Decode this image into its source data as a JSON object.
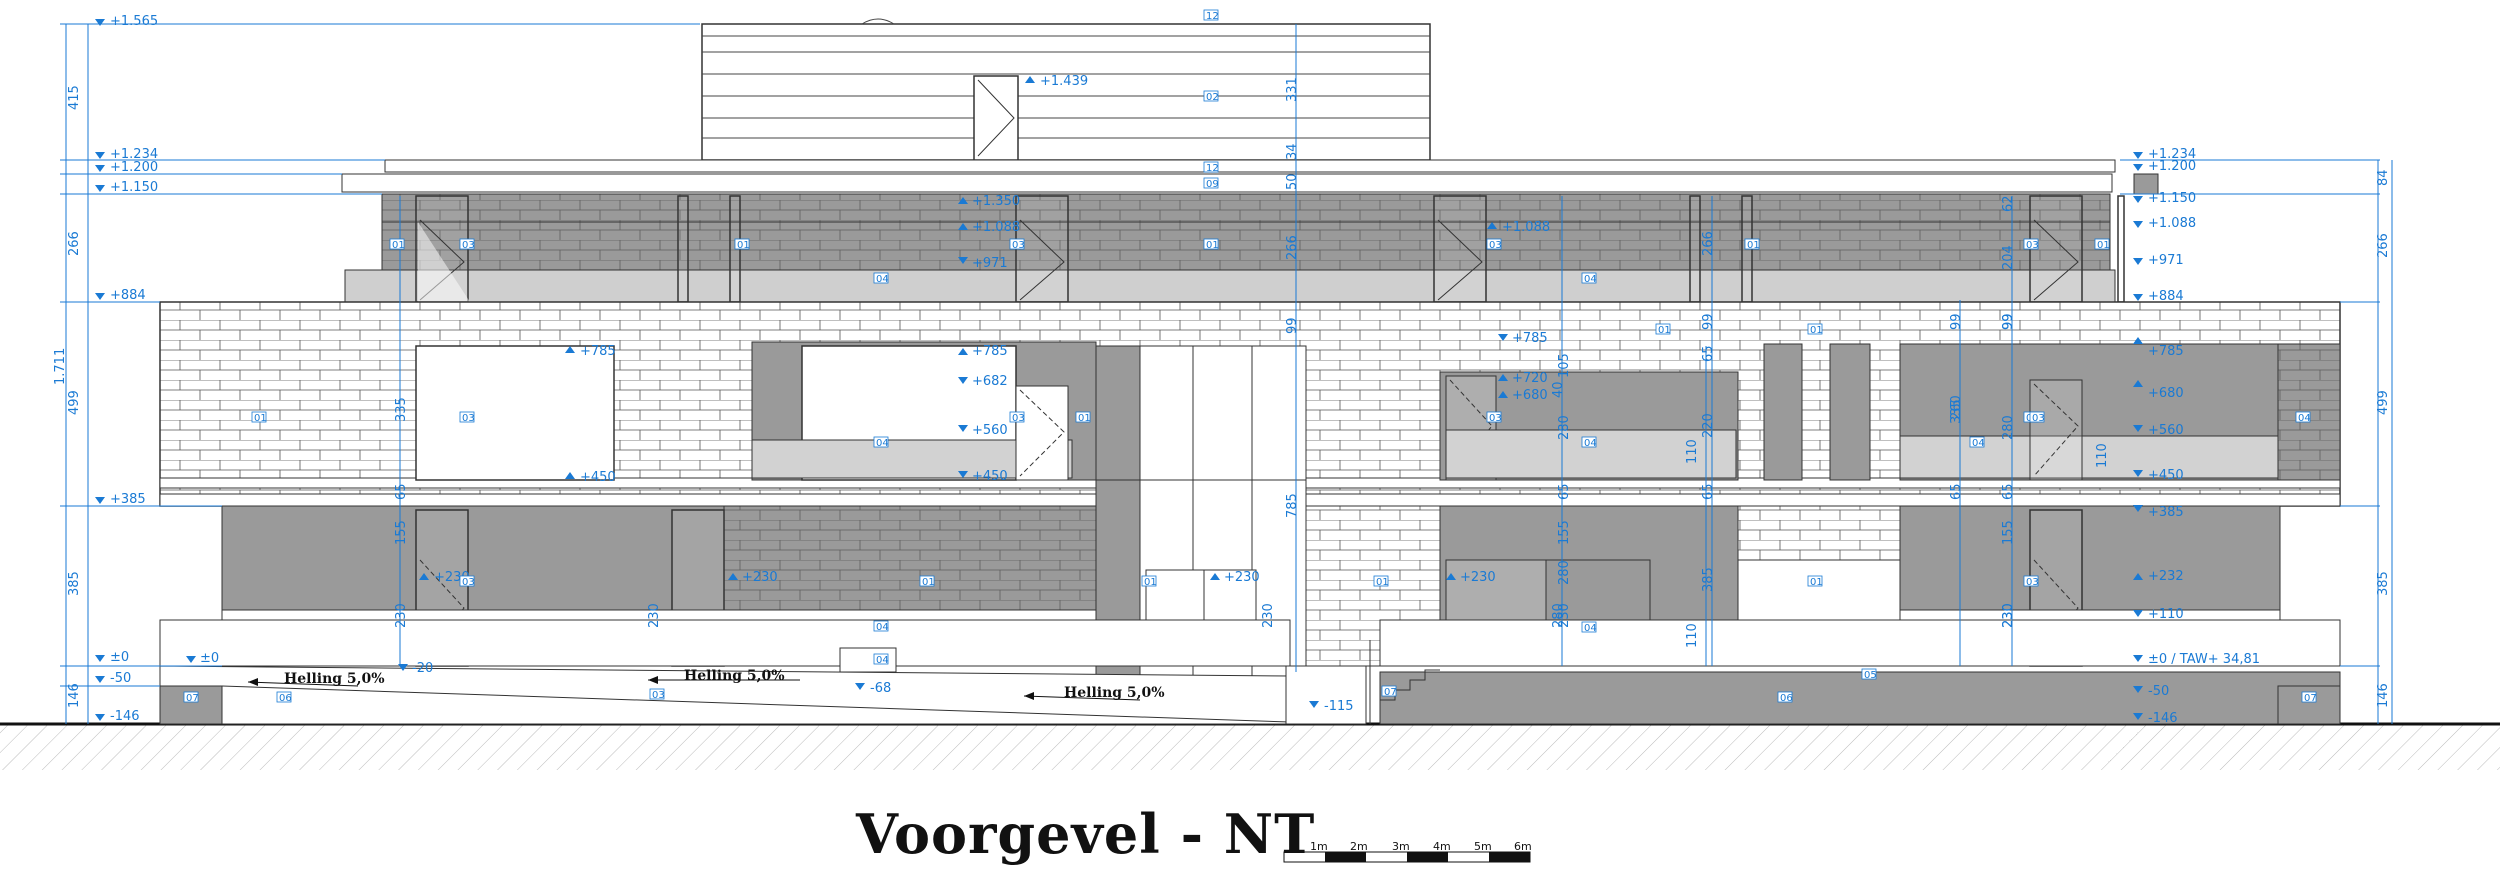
{
  "title": "Voorgevel - NT",
  "scale_bar": [
    "1m",
    "2m",
    "3m",
    "4m",
    "5m",
    "6m"
  ],
  "colors": {
    "dimension": "#1a7ad4",
    "facade_gray": "#9a9a9a",
    "line": "#333333"
  },
  "levels_left": [
    "+1.565",
    "+1.234",
    "+1.200",
    "+1.150",
    "+884",
    "+385",
    "±0",
    "-50",
    "-146"
  ],
  "levels_right": [
    "+1.234",
    "+1.200",
    "+1.150",
    "+1.088",
    "+971",
    "+884",
    "+785",
    "+680",
    "+560",
    "+450",
    "+385",
    "+232",
    "+110",
    "±0 / TAW+ 34,81",
    "-50",
    "-146"
  ],
  "levels_inner": [
    "±0",
    "+1.439",
    "+1.350",
    "+1.088",
    "+971",
    "+1.088",
    "+785",
    "+682",
    "+560",
    "+450",
    "+785",
    "+450",
    "+230",
    "+230",
    "+230",
    "+230",
    "+785",
    "+720",
    "+680",
    "-20",
    "-68",
    "-115"
  ],
  "dims_left": [
    "415",
    "266",
    "1.711",
    "499",
    "385",
    "146"
  ],
  "dims_right": [
    "84",
    "266",
    "499",
    "385",
    "146"
  ],
  "dims_inner": [
    "331",
    "34",
    "50",
    "266",
    "99",
    "335",
    "65",
    "155",
    "230",
    "230",
    "230",
    "230",
    "105",
    "280",
    "230",
    "280",
    "155",
    "65",
    "110",
    "65",
    "110",
    "385",
    "220",
    "65",
    "99",
    "266",
    "99",
    "204",
    "62",
    "99",
    "280",
    "260",
    "110",
    "335",
    "99",
    "65",
    "40",
    "785",
    "230",
    "155",
    "65",
    "280"
  ],
  "material_tags": [
    "12",
    "02",
    "12",
    "09",
    "01",
    "03",
    "01",
    "03",
    "01",
    "04",
    "03",
    "01",
    "01",
    "03",
    "04",
    "03",
    "03",
    "04",
    "01",
    "01",
    "04",
    "03",
    "03",
    "03",
    "03",
    "01",
    "04",
    "01",
    "01",
    "01",
    "05",
    "07",
    "06",
    "03",
    "04",
    "07",
    "06",
    "07",
    "04",
    "04",
    "03",
    "01",
    "04",
    "01"
  ],
  "ramps": [
    "Helling 5,0%",
    "Helling 5,0%",
    "Helling 5,0%"
  ]
}
